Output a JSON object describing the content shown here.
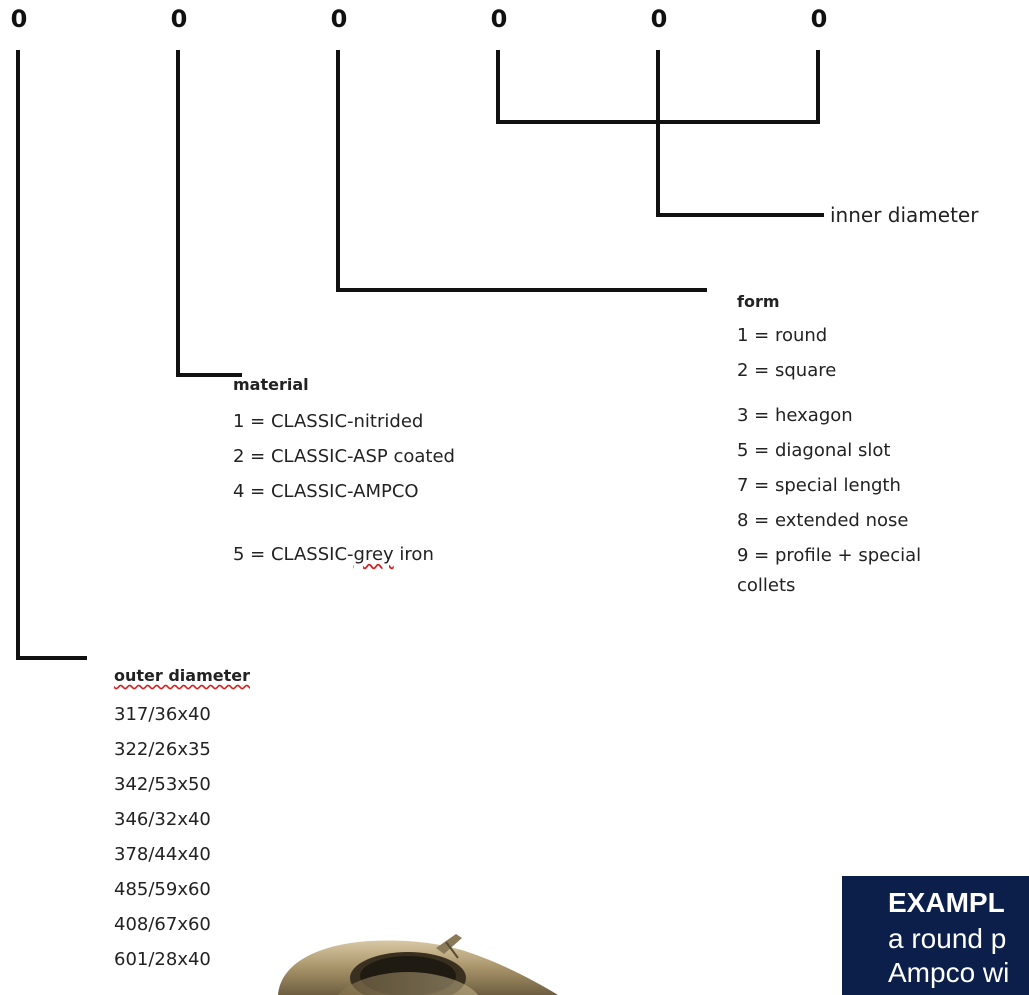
{
  "code_digits": [
    "0",
    "0",
    "0",
    "0",
    "0",
    "0"
  ],
  "inner_diameter": {
    "label": "inner diameter"
  },
  "form": {
    "label": "form",
    "options": [
      "1 = round",
      "2 = square",
      "3 = hexagon",
      "5 = diagonal slot",
      "7 = special length",
      "8 = extended nose",
      "9 = profile + special",
      "collets"
    ]
  },
  "material": {
    "label": "material",
    "options": [
      "1 = CLASSIC-nitrided",
      "2 = CLASSIC-ASP coated",
      "4 = CLASSIC-AMPCO",
      "5 = CLASSIC-",
      "grey",
      " iron"
    ]
  },
  "outer_diameter": {
    "label": "outer diameter",
    "options": [
      "317/36x40",
      "322/26x35",
      "342/53x50",
      "346/32x40",
      "378/44x40",
      "485/59x60",
      "408/67x60",
      "601/28x40"
    ]
  },
  "example_box": {
    "title": "EXAMPL",
    "line1": "a round p",
    "line2": "Ampco wi",
    "background_color": "#0c1f4a"
  },
  "colors": {
    "text": "#222222",
    "lines": "#111111",
    "spellcheck_underline": "#d62020"
  }
}
